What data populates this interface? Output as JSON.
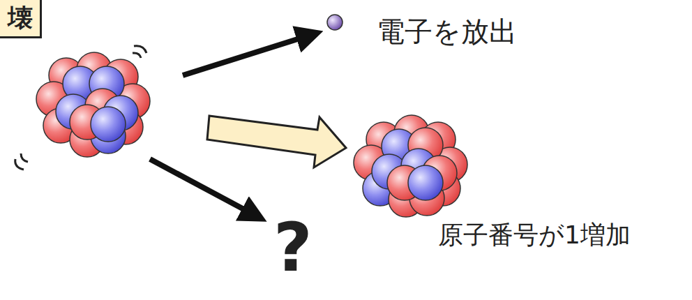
{
  "diagram": {
    "nodes": [
      {
        "text": [
          "壊"
        ]
      }
    ],
    "labels": [
      "電子を放出",
      "原子番号が1増加",
      "?"
    ]
  }
}
